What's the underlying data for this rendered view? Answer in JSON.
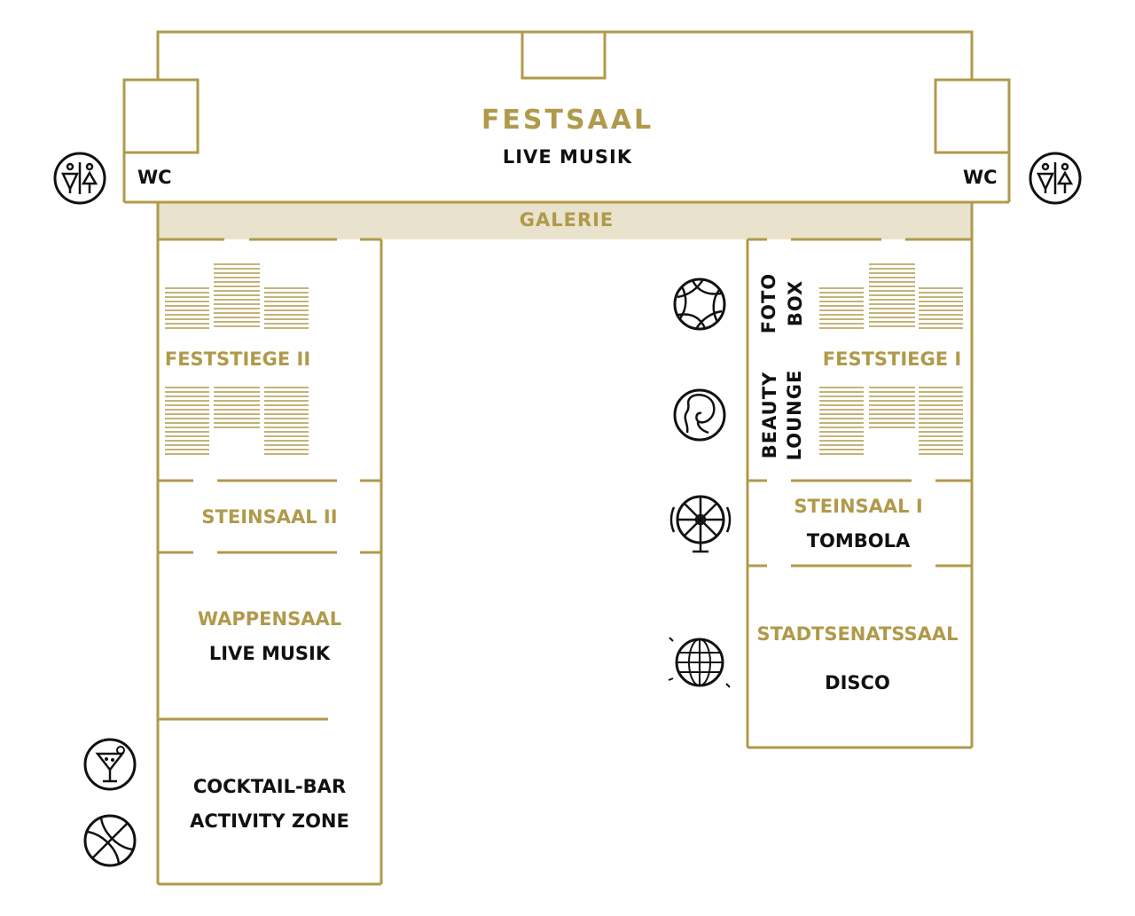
{
  "colors": {
    "gold": "#b09a4a",
    "gallery_fill": "#e9e2cc",
    "ink": "#111111"
  },
  "rooms": {
    "festsaal": {
      "name": "FESTSAAL",
      "sub": "LIVE MUSIK"
    },
    "galerie": {
      "name": "GALERIE"
    },
    "wc_left": {
      "name": "WC"
    },
    "wc_right": {
      "name": "WC"
    },
    "feststiege_2": {
      "name": "FESTSTIEGE II"
    },
    "feststiege_1": {
      "name": "FESTSTIEGE I"
    },
    "foto_box": {
      "line1": "FOTO",
      "line2": "BOX"
    },
    "beauty_lounge": {
      "line1": "BEAUTY",
      "line2": "LOUNGE"
    },
    "steinsaal_2": {
      "name": "STEINSAAL II"
    },
    "steinsaal_1": {
      "name": "STEINSAAL I",
      "sub": "TOMBOLA"
    },
    "wappensaal": {
      "name": "WAPPENSAAL",
      "sub": "LIVE MUSIK"
    },
    "stadtsenatssaal": {
      "name": "STADTSENATSSAAL",
      "sub": "DISCO"
    },
    "cocktail": {
      "line1": "COCKTAIL-BAR",
      "line2": "ACTIVITY ZONE"
    }
  },
  "icons": [
    "restroom-icon",
    "restroom-icon",
    "camera-aperture-icon",
    "beauty-face-icon",
    "wheel-of-fortune-icon",
    "disco-ball-icon",
    "cocktail-icon",
    "basketball-icon"
  ]
}
